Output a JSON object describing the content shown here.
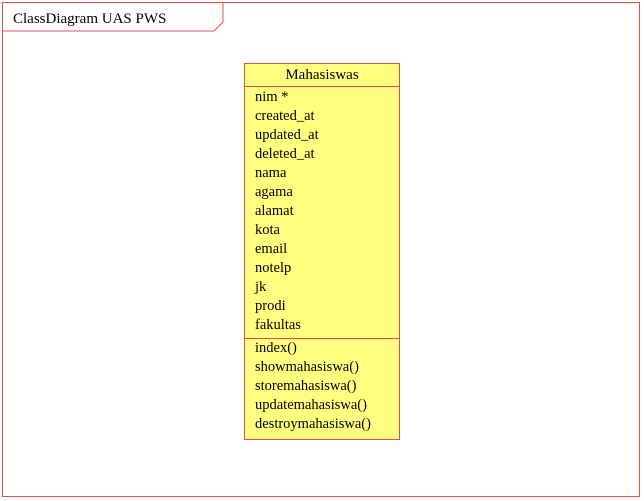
{
  "diagram": {
    "frame_title": "ClassDiagram UAS PWS",
    "class": {
      "name": "Mahasiswas",
      "attributes": [
        "nim *",
        "created_at",
        "updated_at",
        "deleted_at",
        "nama",
        "agama",
        "alamat",
        "kota",
        "email",
        "notelp",
        "jk",
        "prodi",
        "fakultas"
      ],
      "methods": [
        "index()",
        "showmahasiswa()",
        "storemahasiswa()",
        "updatemahasiswa()",
        "destroymahasiswa()"
      ]
    },
    "colors": {
      "border": "#e05050",
      "class_fill": "#ffff80",
      "background": "#ffffff"
    }
  }
}
